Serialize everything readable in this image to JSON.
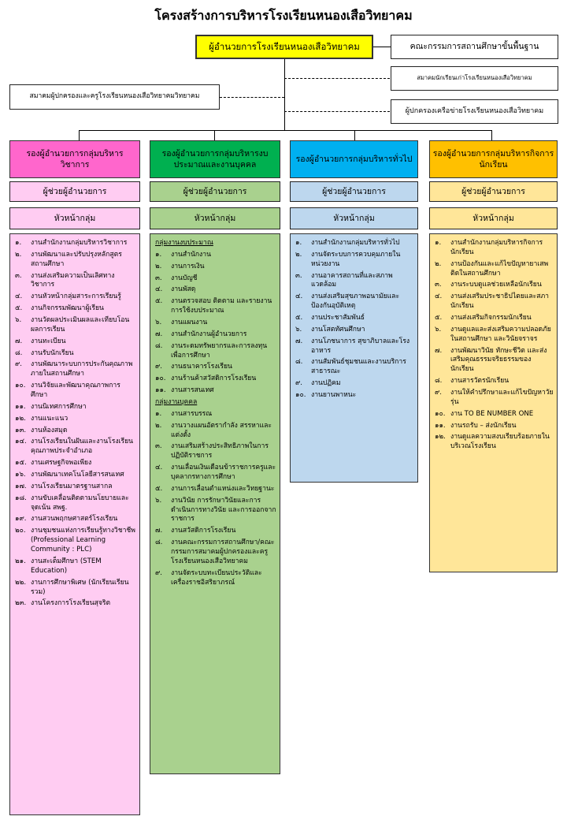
{
  "title": "โครงสร้างการบริหารโรงเรียนหนองเสือวิทยาคม",
  "director": "ผู้อำนวยการโรงเรียนหนองเสือวิทยาคม",
  "board": "คณะกรรมการสถานศึกษาขั้นพื้นฐาน",
  "student_council": "สมาคมนักเรียนเก่าโรงเรียนหนองเสือวิทยาคม",
  "parents_assoc": "สมาคมผู้ปกครองและครูโรงเรียนหนองเสือวิทยาคมวิทยาคม",
  "network": "ผู้ปกครองเครือข่ายโรงเรียนหนองเสือวิทยาคม",
  "colors": {
    "academic": "#ff66cc",
    "academic_light": "#ffccf2",
    "budget": "#00b050",
    "budget_light": "#a9d18e",
    "general": "#00b0f0",
    "general_light": "#bdd7ee",
    "student": "#ffc000",
    "student_light": "#ffe699",
    "director": "#ffff00"
  },
  "columns": [
    {
      "vice": "รองผู้อำนวยการกลุ่มบริหารวิชาการ",
      "assistant": "ผู้ช่วยผู้อำนวยการ",
      "head": "หัวหน้ากลุ่ม",
      "sections": [
        {
          "heading": "",
          "items": [
            {
              "n": "๑.",
              "t": "งานสำนักงานกลุ่มบริหารวิชาการ"
            },
            {
              "n": "๒.",
              "t": "งานพัฒนาและปรับปรุงหลักสูตรสถานศึกษา"
            },
            {
              "n": "๓.",
              "t": "งานส่งเสริมความเป็นเลิศทางวิชาการ"
            },
            {
              "n": "๔.",
              "t": "งานหัวหน้ากลุ่มสาระการเรียนรู้"
            },
            {
              "n": "๕.",
              "t": "งานกิจกรรมพัฒนาผู้เรียน"
            },
            {
              "n": "๖.",
              "t": "งานวัดผลประเมินผลและเทียบโอนผลการเรียน"
            },
            {
              "n": "๗.",
              "t": "งานทะเบียน"
            },
            {
              "n": "๘.",
              "t": "งานรับนักเรียน"
            },
            {
              "n": "๙.",
              "t": "งานพัฒนาระบบการประกันคุณภาพภายในสถานศึกษา"
            },
            {
              "n": "๑๐.",
              "t": "งานวิจัยและพัฒนาคุณภาพการศึกษา"
            },
            {
              "n": "๑๑.",
              "t": "งานนิเทศการศึกษา"
            },
            {
              "n": "๑๒.",
              "t": "งานแนะแนว"
            },
            {
              "n": "๑๓.",
              "t": "งานห้องสมุด"
            },
            {
              "n": "๑๔.",
              "t": "งานโรงเรียนในฝันและงานโรงเรียนคุณภาพประจำอำเภอ"
            },
            {
              "n": "๑๕.",
              "t": "งานเศรษฐกิจพอเพียง"
            },
            {
              "n": "๑๖.",
              "t": "งานพัฒนาเทคโนโลยีสารสนเทศ"
            },
            {
              "n": "๑๗.",
              "t": "งานโรงเรียนมาตรฐานสากล"
            },
            {
              "n": "๑๘.",
              "t": "งานขับเคลื่อนติดตามนโยบายและจุดเน้น สพฐ."
            },
            {
              "n": "๑๙.",
              "t": "งานสวนพฤกษศาสตร์โรงเรียน"
            },
            {
              "n": "๒๐.",
              "t": "งานชุมชนแห่งการเรียนรู้ทางวิชาชีพ (Professional Learning Community : PLC)"
            },
            {
              "n": "๒๑.",
              "t": "งานสะเต็มศึกษา (STEM Education)"
            },
            {
              "n": "๒๒.",
              "t": "งานการศึกษาพิเศษ (นักเรียนเรียนรวม)"
            },
            {
              "n": "๒๓.",
              "t": "งานโครงการโรงเรียนสุจริต"
            }
          ]
        }
      ]
    },
    {
      "vice": "รองผู้อำนวยการกลุ่มบริหารงบประมาณและงานบุคคล",
      "assistant": "ผู้ช่วยผู้อำนวยการ",
      "head": "หัวหน้ากลุ่ม",
      "sections": [
        {
          "heading": "กลุ่มงานงบประมาณ",
          "items": [
            {
              "n": "๑.",
              "t": "งานสำนักงาน"
            },
            {
              "n": "๒.",
              "t": "งานการเงิน"
            },
            {
              "n": "๓.",
              "t": "งานบัญชี"
            },
            {
              "n": "๔.",
              "t": "งานพัสดุ"
            },
            {
              "n": "๕.",
              "t": "งานตรวจสอบ ติดตาม และรายงานการใช้งบประมาณ"
            },
            {
              "n": "๖.",
              "t": "งานแผนงาน"
            },
            {
              "n": "๗.",
              "t": "งานสำนักงานผู้อำนวยการ"
            },
            {
              "n": "๘.",
              "t": "งานระดมทรัพยากรและการลงทุนเพื่อการศึกษา"
            },
            {
              "n": "๙.",
              "t": "งานธนาคารโรงเรียน"
            },
            {
              "n": "๑๐.",
              "t": "งานร้านค้าสวัสดิการโรงเรียน"
            },
            {
              "n": "๑๑.",
              "t": "งานสารสนเทศ"
            }
          ]
        },
        {
          "heading": "กลุ่มงานบุคคล",
          "items": [
            {
              "n": "๑.",
              "t": "งานสารบรรณ"
            },
            {
              "n": "๒.",
              "t": "งานวางแผนอัตรากำลัง สรรหาและแต่งตั้ง"
            },
            {
              "n": "๓.",
              "t": "งานเสริมสร้างประสิทธิภาพในการปฏิบัติราชการ"
            },
            {
              "n": "๔.",
              "t": "งานเลื่อนเงินเดือนข้าราชการครูและบุคลากรทางการศึกษา"
            },
            {
              "n": "๕.",
              "t": "งานการเลื่อนตำแหน่งและวิทยฐานะ"
            },
            {
              "n": "๖.",
              "t": "งานวินัย การรักษาวินัยและการดำเนินการทางวินัย และการออกจากราชการ"
            },
            {
              "n": "๗.",
              "t": "งานสวัสดิการโรงเรียน"
            },
            {
              "n": "๘.",
              "t": "งานคณะกรรมการสถานศึกษา/คณะกรรมการสมาคมผู้ปกครองและครูโรงเรียนหนองเสือวิทยาคม"
            },
            {
              "n": "๙.",
              "t": "งานจัดระบบทะเบียนประวัติและเครื่องราชอิสริยาภรณ์"
            }
          ]
        }
      ]
    },
    {
      "vice": "รองผู้อำนวยการกลุ่มบริหารทั่วไป",
      "assistant": "ผู้ช่วยผู้อำนวยการ",
      "head": "หัวหน้ากลุ่ม",
      "sections": [
        {
          "heading": "",
          "items": [
            {
              "n": "๑.",
              "t": "งานสำนักงานกลุ่มบริหารทั่วไป"
            },
            {
              "n": "๒.",
              "t": "งานจัดระบบการควบคุมภายในหน่วยงาน"
            },
            {
              "n": "๓.",
              "t": "งานอาคารสถานที่และสภาพแวดล้อม"
            },
            {
              "n": "๔.",
              "t": "งานส่งเสริมสุขภาพอนามัยและป้องกันอุบัติเหตุ"
            },
            {
              "n": "๕.",
              "t": "งานประชาสัมพันธ์"
            },
            {
              "n": "๖.",
              "t": "งานโสตทัศนศึกษา"
            },
            {
              "n": "๗.",
              "t": "งานโภชนาการ สุขาภิบาลและโรงอาหาร"
            },
            {
              "n": "๘.",
              "t": "งานสัมพันธ์ชุมชนและงานบริการสาธารณะ"
            },
            {
              "n": "๙.",
              "t": "งานปฏิคม"
            },
            {
              "n": "๑๐.",
              "t": "งานยานพาหนะ"
            }
          ]
        }
      ]
    },
    {
      "vice": "รองผู้อำนวยการกลุ่มบริหารกิจการนักเรียน",
      "assistant": "ผู้ช่วยผู้อำนวยการ",
      "head": "หัวหน้ากลุ่ม",
      "sections": [
        {
          "heading": "",
          "items": [
            {
              "n": "๑.",
              "t": "งานสำนักงานกลุ่มบริหารกิจการนักเรียน"
            },
            {
              "n": "๒.",
              "t": "งานป้องกันและแก้ไขปัญหายาเสพติดในสถานศึกษา"
            },
            {
              "n": "๓.",
              "t": "งานระบบดูแลช่วยเหลือนักเรียน"
            },
            {
              "n": "๔.",
              "t": "งานส่งเสริมประชาธิปไตยและสภานักเรียน"
            },
            {
              "n": "๕.",
              "t": "งานส่งเสริมกิจกรรมนักเรียน"
            },
            {
              "n": "๖.",
              "t": "งานดูแลและส่งเสริมความปลอดภัยในสถานศึกษา และวินัยจราจร"
            },
            {
              "n": "๗.",
              "t": "งานพัฒนาวินัย ทักษะชีวิต และส่งเสริมคุณธรรมจริยธรรมของนักเรียน"
            },
            {
              "n": "๘.",
              "t": "งานสารวัตรนักเรียน"
            },
            {
              "n": "๙.",
              "t": "งานให้คำปรึกษาและแก้ไขปัญหาวัยรุ่น"
            },
            {
              "n": "๑๐.",
              "t": "งาน TO BE NUMBER ONE"
            },
            {
              "n": "๑๑.",
              "t": "งานรถรับ – ส่งนักเรียน"
            },
            {
              "n": "๑๒.",
              "t": "งานดูแลความสงบเรียบร้อยภายในบริเวณโรงเรียน"
            }
          ]
        }
      ]
    }
  ]
}
